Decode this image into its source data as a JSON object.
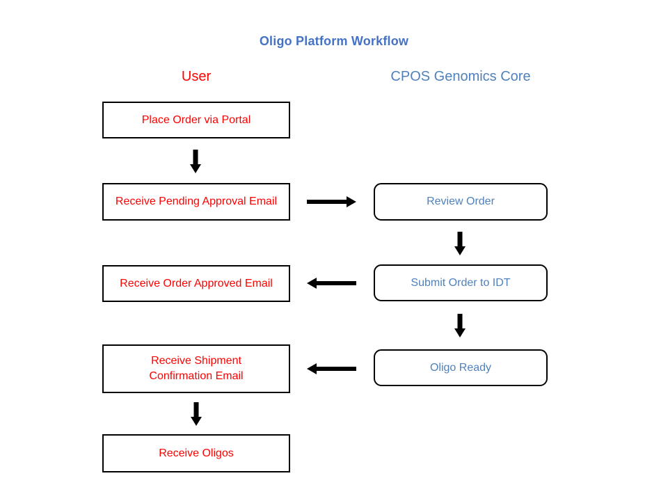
{
  "title": "Oligo Platform Workflow",
  "columns": {
    "user": {
      "header": "User",
      "steps": [
        "Place Order via Portal",
        "Receive Pending Approval Email",
        "Receive Order Approved Email",
        "Receive Shipment Confirmation Email",
        "Receive Oligos"
      ]
    },
    "core": {
      "header": "CPOS Genomics Core",
      "steps": [
        "Review Order",
        "Submit Order to IDT",
        "Oligo Ready"
      ]
    }
  },
  "arrows": [
    {
      "icon": "arrow-down-icon",
      "from": "Place Order via Portal",
      "to": "Receive Pending Approval Email"
    },
    {
      "icon": "arrow-right-icon",
      "from": "Receive Pending Approval Email",
      "to": "Review Order"
    },
    {
      "icon": "arrow-down-icon",
      "from": "Review Order",
      "to": "Submit Order to IDT"
    },
    {
      "icon": "arrow-left-icon",
      "from": "Submit Order to IDT",
      "to": "Receive Order Approved Email"
    },
    {
      "icon": "arrow-down-icon",
      "from": "Submit Order to IDT",
      "to": "Oligo Ready"
    },
    {
      "icon": "arrow-left-icon",
      "from": "Oligo Ready",
      "to": "Receive Shipment Confirmation Email"
    },
    {
      "icon": "arrow-down-icon",
      "from": "Receive Shipment Confirmation Email",
      "to": "Receive Oligos"
    }
  ],
  "colors": {
    "background": "#FFFFFF",
    "title_blue": "#4472C4",
    "core_blue": "#4F81BD",
    "user_red": "#FF0000",
    "arrow_black": "#000000",
    "box_border_black": "#000000"
  }
}
